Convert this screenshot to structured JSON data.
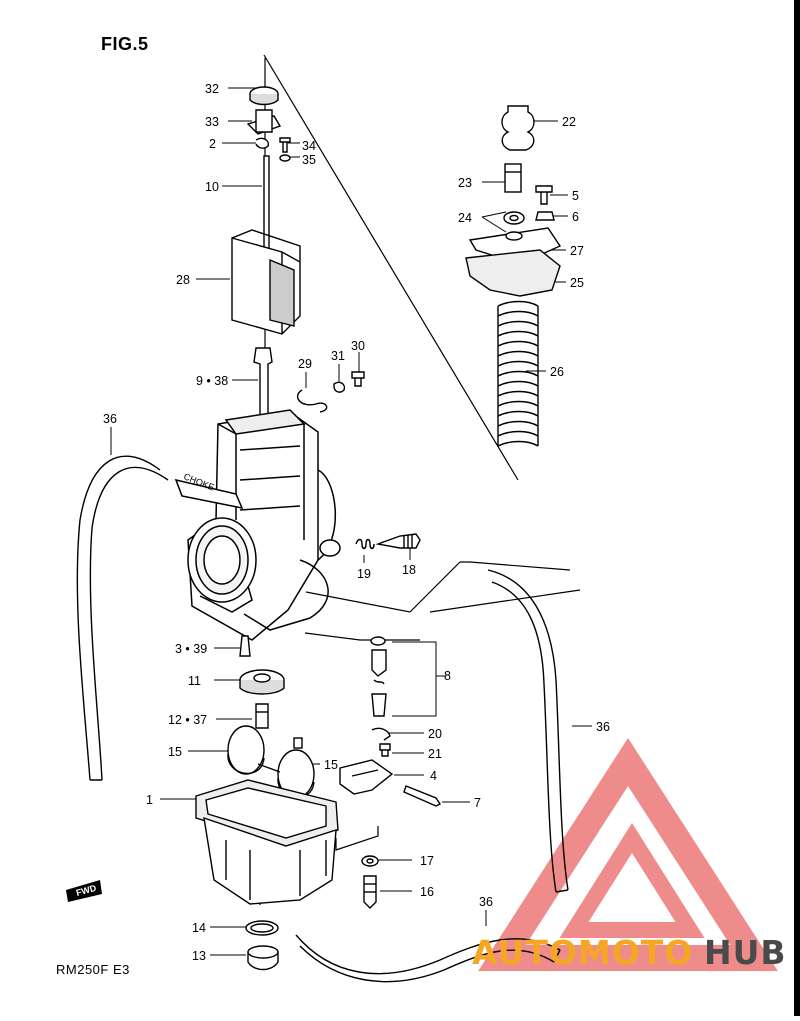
{
  "figure": {
    "title": "FIG.5",
    "model": "RM250F  E3"
  },
  "parts": [
    {
      "id": "p32",
      "text": "32"
    },
    {
      "id": "p33",
      "text": "33"
    },
    {
      "id": "p2",
      "text": "2"
    },
    {
      "id": "p34",
      "text": "34"
    },
    {
      "id": "p35",
      "text": "35"
    },
    {
      "id": "p10",
      "text": "10"
    },
    {
      "id": "p28",
      "text": "28"
    },
    {
      "id": "p9_38",
      "text": "9 • 38"
    },
    {
      "id": "p29",
      "text": "29"
    },
    {
      "id": "p31",
      "text": "31"
    },
    {
      "id": "p30",
      "text": "30"
    },
    {
      "id": "p36a",
      "text": "36"
    },
    {
      "id": "p22",
      "text": "22"
    },
    {
      "id": "p23",
      "text": "23"
    },
    {
      "id": "p5",
      "text": "5"
    },
    {
      "id": "p24",
      "text": "24"
    },
    {
      "id": "p6",
      "text": "6"
    },
    {
      "id": "p27",
      "text": "27"
    },
    {
      "id": "p25",
      "text": "25"
    },
    {
      "id": "p26",
      "text": "26"
    },
    {
      "id": "p19",
      "text": "19"
    },
    {
      "id": "p18",
      "text": "18"
    },
    {
      "id": "p3_39",
      "text": "3 • 39"
    },
    {
      "id": "p11",
      "text": "11"
    },
    {
      "id": "p8",
      "text": "8"
    },
    {
      "id": "p12_37",
      "text": "12 • 37"
    },
    {
      "id": "p20",
      "text": "20"
    },
    {
      "id": "p15a",
      "text": "15"
    },
    {
      "id": "p21",
      "text": "21"
    },
    {
      "id": "p15b",
      "text": "15"
    },
    {
      "id": "p36b",
      "text": "36"
    },
    {
      "id": "p4",
      "text": "4"
    },
    {
      "id": "p1",
      "text": "1"
    },
    {
      "id": "p7",
      "text": "7"
    },
    {
      "id": "p17",
      "text": "17"
    },
    {
      "id": "p16",
      "text": "16"
    },
    {
      "id": "p14",
      "text": "14"
    },
    {
      "id": "p36c",
      "text": "36"
    },
    {
      "id": "p13",
      "text": "13"
    }
  ],
  "choke_text": "CHOKE",
  "fwd_text": "FWD",
  "watermark": {
    "part1": "AUTOMOTO",
    "part2": "HUB",
    "color1": "#f5a623",
    "color2": "#e34a4a",
    "color3": "#4a4a4a"
  }
}
